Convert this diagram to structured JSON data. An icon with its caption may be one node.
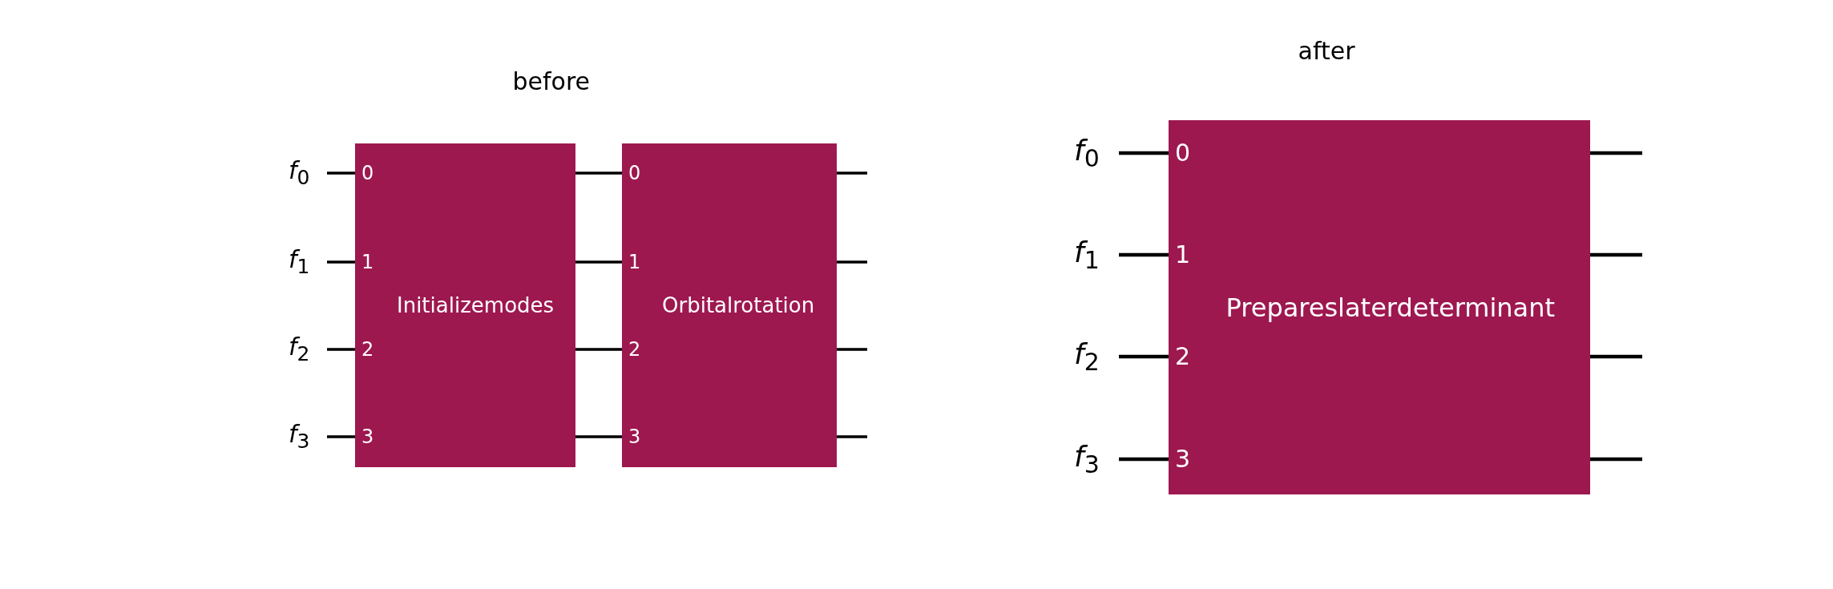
{
  "diagram": {
    "nodes": [
      {
        "text": [
          "*f*$_{0}$"
        ]
      },
      {
        "text": [
          "*f*$_{1}$"
        ]
      },
      {
        "text": [
          "*f*$_{2}$"
        ]
      },
      {
        "text": [
          "*f*$_{3}$"
        ]
      },
      {
        "text": [
          "Initializemodes",
          "0",
          "1",
          "2",
          "3"
        ]
      },
      {
        "text": [
          "Orbitalrotation",
          "0",
          "1",
          "2",
          "3"
        ]
      },
      {
        "text": [
          "*f*$_{0}$"
        ]
      },
      {
        "text": [
          "*f*$_{1}$"
        ]
      },
      {
        "text": [
          "*f*$_{2}$"
        ]
      },
      {
        "text": [
          "*f*$_{3}$"
        ]
      },
      {
        "text": [
          "Prepareslaterdeterminant",
          "0",
          "1",
          "2",
          "3"
        ]
      }
    ],
    "edges": [
      {
        "from": 0,
        "to": 4,
        "arrow": "none"
      },
      {
        "from": 1,
        "to": 4,
        "arrow": "none"
      },
      {
        "from": 2,
        "to": 4,
        "arrow": "none"
      },
      {
        "from": 3,
        "to": 4,
        "arrow": "none"
      },
      {
        "from": 4,
        "to": 5,
        "arrow": "none"
      },
      {
        "from": 4,
        "to": 5,
        "arrow": "none"
      },
      {
        "from": 4,
        "to": 5,
        "arrow": "none"
      },
      {
        "from": 4,
        "to": 5,
        "arrow": "none"
      },
      {
        "from": 5,
        "to": null,
        "arrow": "none"
      },
      {
        "from": 5,
        "to": null,
        "arrow": "none"
      },
      {
        "from": 5,
        "to": null,
        "arrow": "none"
      },
      {
        "from": 5,
        "to": null,
        "arrow": "none"
      },
      {
        "from": 6,
        "to": 10,
        "arrow": "none"
      },
      {
        "from": 7,
        "to": 10,
        "arrow": "none"
      },
      {
        "from": 8,
        "to": 10,
        "arrow": "none"
      },
      {
        "from": 9,
        "to": 10,
        "arrow": "none"
      },
      {
        "from": 10,
        "to": null,
        "arrow": "none"
      },
      {
        "from": 10,
        "to": null,
        "arrow": "none"
      },
      {
        "from": 10,
        "to": null,
        "arrow": "none"
      },
      {
        "from": 10,
        "to": null,
        "arrow": "none"
      }
    ],
    "labels": [
      "after",
      "before"
    ]
  }
}
